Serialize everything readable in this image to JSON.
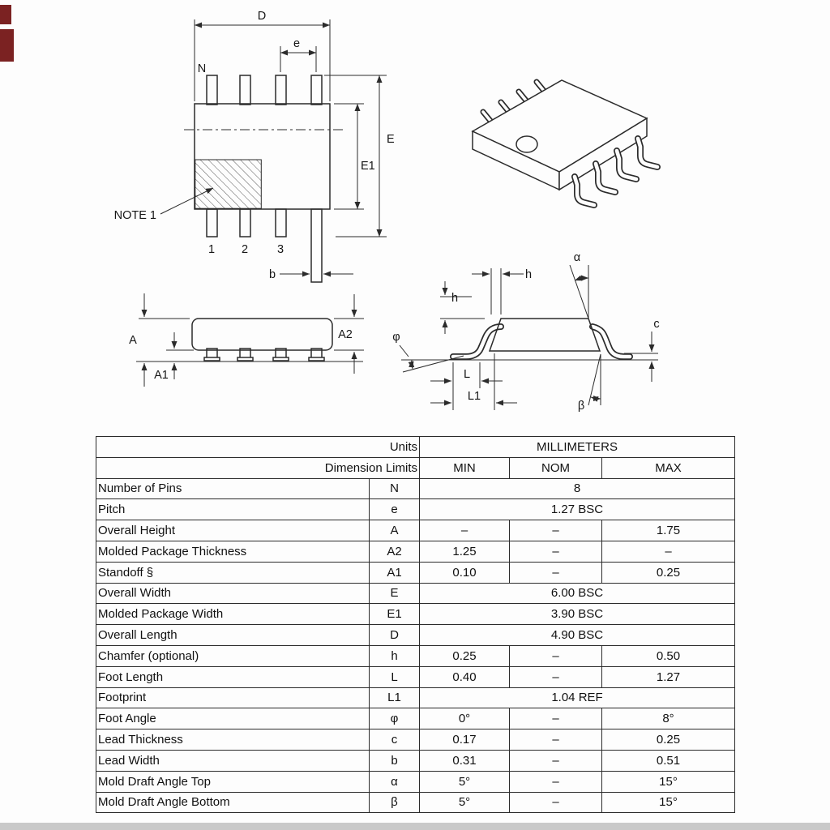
{
  "colors": {
    "ink": "#2b2b2b",
    "background": "#fdfdfd",
    "scan_artifact": "#7b2222",
    "scan_edge": "#c9c9c9"
  },
  "top_view": {
    "d_label": "D",
    "e_label": "e",
    "n_label": "N",
    "E_label": "E",
    "E1_label": "E1",
    "note1_label": "NOTE 1",
    "pin_numbers": [
      "1",
      "2",
      "3"
    ],
    "b_label": "b"
  },
  "side_view": {
    "A_label": "A",
    "A1_label": "A1",
    "A2_label": "A2"
  },
  "detail_view": {
    "h_top": "h",
    "h_side": "h",
    "c_label": "c",
    "phi_label": "φ",
    "L_label": "L",
    "L1_label": "L1",
    "alpha_label": "α",
    "beta_label": "β"
  },
  "table": {
    "units_label": "Units",
    "millimeters_label": "MILLIMETERS",
    "dimension_limits_label": "Dimension Limits",
    "min_label": "MIN",
    "nom_label": "NOM",
    "max_label": "MAX",
    "rows": [
      {
        "label": "Number of Pins",
        "symbol": "N",
        "span": "8"
      },
      {
        "label": "Pitch",
        "symbol": "e",
        "span": "1.27 BSC"
      },
      {
        "label": "Overall Height",
        "symbol": "A",
        "min": "–",
        "nom": "–",
        "max": "1.75"
      },
      {
        "label": "Molded Package Thickness",
        "symbol": "A2",
        "min": "1.25",
        "nom": "–",
        "max": "–"
      },
      {
        "label": "Standoff  §",
        "symbol": "A1",
        "min": "0.10",
        "nom": "–",
        "max": "0.25"
      },
      {
        "label": "Overall Width",
        "symbol": "E",
        "span": "6.00 BSC"
      },
      {
        "label": "Molded Package Width",
        "symbol": "E1",
        "span": "3.90 BSC"
      },
      {
        "label": "Overall Length",
        "symbol": "D",
        "span": "4.90 BSC"
      },
      {
        "label": "Chamfer (optional)",
        "symbol": "h",
        "min": "0.25",
        "nom": "–",
        "max": "0.50"
      },
      {
        "label": "Foot Length",
        "symbol": "L",
        "min": "0.40",
        "nom": "–",
        "max": "1.27"
      },
      {
        "label": "Footprint",
        "symbol": "L1",
        "span": "1.04 REF"
      },
      {
        "label": "Foot Angle",
        "symbol": "φ",
        "min": "0°",
        "nom": "–",
        "max": "8°"
      },
      {
        "label": "Lead Thickness",
        "symbol": "c",
        "min": "0.17",
        "nom": "–",
        "max": "0.25"
      },
      {
        "label": "Lead Width",
        "symbol": "b",
        "min": "0.31",
        "nom": "–",
        "max": "0.51"
      },
      {
        "label": "Mold Draft Angle Top",
        "symbol": "α",
        "min": "5°",
        "nom": "–",
        "max": "15°"
      },
      {
        "label": "Mold Draft Angle Bottom",
        "symbol": "β",
        "min": "5°",
        "nom": "–",
        "max": "15°"
      }
    ]
  }
}
